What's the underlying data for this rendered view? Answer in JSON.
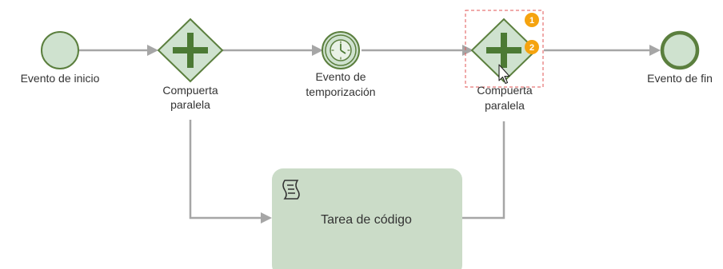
{
  "diagram": {
    "start_event": {
      "label": "Evento de inicio"
    },
    "gateway_split": {
      "label_line1": "Compuerta",
      "label_line2": "paralela"
    },
    "timer_event": {
      "label_line1": "Evento de",
      "label_line2": "temporización"
    },
    "gateway_join": {
      "label_line1": "Compuerta",
      "label_line2": "paralela",
      "badges": [
        "1",
        "2"
      ]
    },
    "end_event": {
      "label": "Evento de fin"
    },
    "script_task": {
      "label": "Tarea de código"
    }
  },
  "colors": {
    "node_fill": "#cfe2cf",
    "node_stroke": "#5b7f3e",
    "gateway_plus": "#4c7a34",
    "flow_line": "#a6a6a6",
    "task_fill": "#cbdcc8",
    "badge": "#f5a30f",
    "selection": "#e25555"
  }
}
